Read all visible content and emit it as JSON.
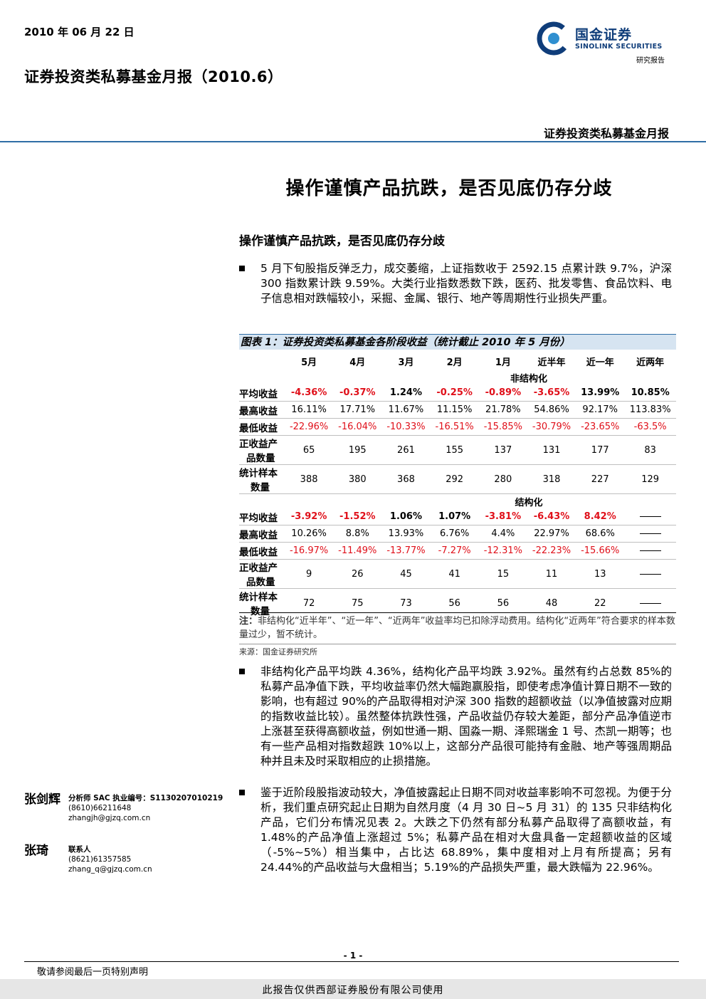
{
  "header": {
    "date": "2010 年 06 月 22 日",
    "doc_title": "证券投资类私募基金月报（2010.6）",
    "logo_cn": "国金证券",
    "logo_en": "SINOLINK SECURITIES",
    "logo_sub": "研究报告",
    "series": "证券投资类私募基金月报",
    "brand_color": "#0f3d7a",
    "rule_color": "#2f6ea6"
  },
  "headline": "操作谨慎产品抗跌，是否见底仍存分歧",
  "subhead": "操作谨慎产品抗跌，是否见底仍存分歧",
  "bullets": [
    "5 月下旬股指反弹乏力，成交萎缩，上证指数收于 2592.15 点累计跌 9.7%，沪深 300 指数累计跌 9.59%。大类行业指数悉数下跌，医药、批发零售、食品饮料、电子信息相对跌幅较小，采掘、金属、银行、地产等周期性行业损失严重。",
    "非结构化产品平均跌 4.36%，结构化产品平均跌 3.92%。虽然有约占总数 85%的私募产品净值下跌，平均收益率仍然大幅跑赢股指，即使考虑净值计算日期不一致的影响，也有超过 90%的产品取得相对沪深 300 指数的超额收益（以净值披露对应期的指数收益比较）。虽然整体抗跌性强，产品收益仍存较大差距，部分产品净值逆市上涨甚至获得高额收益，例如世通一期、国淼一期、泽熙瑞金 1 号、杰凯一期等；也有一些产品相对指数超跌 10%以上，这部分产品很可能持有金融、地产等强周期品种并且未及时采取相应的止损措施。",
    "鉴于近阶段股指波动较大，净值披露起止日期不同对收益率影响不可忽视。为便于分析，我们重点研究起止日期为自然月度（4 月 30 日~5 月 31）的 135 只非结构化产品，它们分布情况见表 2。大跌之下仍然有部分私募产品取得了高额收益，有 1.48%的产品净值上涨超过 5%；私募产品在相对大盘具备一定超额收益的区域（-5%~5%）相当集中，占比达 68.89%，集中度相对上月有所提高；另有 24.44%的产品收益与大盘相当；5.19%的产品损失严重，最大跌幅为 22.96%。"
  ],
  "figure": {
    "title": "图表 1：证券投资类私募基金各阶段收益（统计截止 2010 年 5 月份）",
    "columns": [
      "5月",
      "4月",
      "3月",
      "2月",
      "1月",
      "近半年",
      "近一年",
      "近两年"
    ],
    "sections": [
      {
        "name": "非结构化",
        "rows": [
          {
            "label": "平均收益",
            "values": [
              "-4.36%",
              "-0.37%",
              "1.24%",
              "-0.25%",
              "-0.89%",
              "-3.65%",
              "13.99%",
              "10.85%"
            ]
          },
          {
            "label": "最高收益",
            "values": [
              "16.11%",
              "17.71%",
              "11.67%",
              "11.15%",
              "21.78%",
              "54.86%",
              "92.17%",
              "113.83%"
            ]
          },
          {
            "label": "最低收益",
            "values": [
              "-22.96%",
              "-16.04%",
              "-10.33%",
              "-16.51%",
              "-15.85%",
              "-30.79%",
              "-23.65%",
              "-63.5%"
            ]
          },
          {
            "label": "正收益产品数量",
            "label_a": "正收益产",
            "label_b": "品数量",
            "values": [
              "65",
              "195",
              "261",
              "155",
              "137",
              "131",
              "177",
              "83"
            ]
          },
          {
            "label": "统计样本数量",
            "label_a": "统计样本",
            "label_b": "数量",
            "values": [
              "388",
              "380",
              "368",
              "292",
              "280",
              "318",
              "227",
              "129"
            ]
          }
        ]
      },
      {
        "name": "结构化",
        "rows": [
          {
            "label": "平均收益",
            "values": [
              "-3.92%",
              "-1.52%",
              "1.06%",
              "1.07%",
              "-3.81%",
              "-6.43%",
              "8.42%",
              "——"
            ]
          },
          {
            "label": "最高收益",
            "values": [
              "10.26%",
              "8.8%",
              "13.93%",
              "6.76%",
              "4.4%",
              "22.97%",
              "68.6%",
              "——"
            ]
          },
          {
            "label": "最低收益",
            "values": [
              "-16.97%",
              "-11.49%",
              "-13.77%",
              "-7.27%",
              "-12.31%",
              "-22.23%",
              "-15.66%",
              "——"
            ]
          },
          {
            "label": "正收益产品数量",
            "label_a": "正收益产",
            "label_b": "品数量",
            "values": [
              "9",
              "26",
              "45",
              "41",
              "15",
              "11",
              "13",
              "——"
            ]
          },
          {
            "label": "统计样本数量",
            "label_a": "统计样本",
            "label_b": "数量",
            "values": [
              "72",
              "75",
              "73",
              "56",
              "56",
              "48",
              "22",
              "——"
            ]
          }
        ]
      }
    ],
    "note_label": "注：",
    "note": "非结构化“近半年”、“近一年”、“近两年”收益率均已扣除浮动费用。结构化“近两年”符合要求的样本数量过少，暂不统计。",
    "source": "来源：国金证券研究所",
    "negative_color": "#e0101a",
    "title_bg": "#d6e4f1"
  },
  "analysts": [
    {
      "name": "张剑辉",
      "line1": "分析师 SAC 执业编号：S1130207010219",
      "phone": "(8610)66211648",
      "email": "zhangjh@gjzq.com.cn"
    },
    {
      "name": "张琦",
      "line1": "联系人",
      "phone": "(8621)61357585",
      "email": "zhang_q@gjzq.com.cn"
    }
  ],
  "footer": {
    "page": "- 1 -",
    "disclaimer": "敬请参阅最后一页特别声明",
    "watermark": "此报告仅供西部证券股份有限公司使用"
  }
}
